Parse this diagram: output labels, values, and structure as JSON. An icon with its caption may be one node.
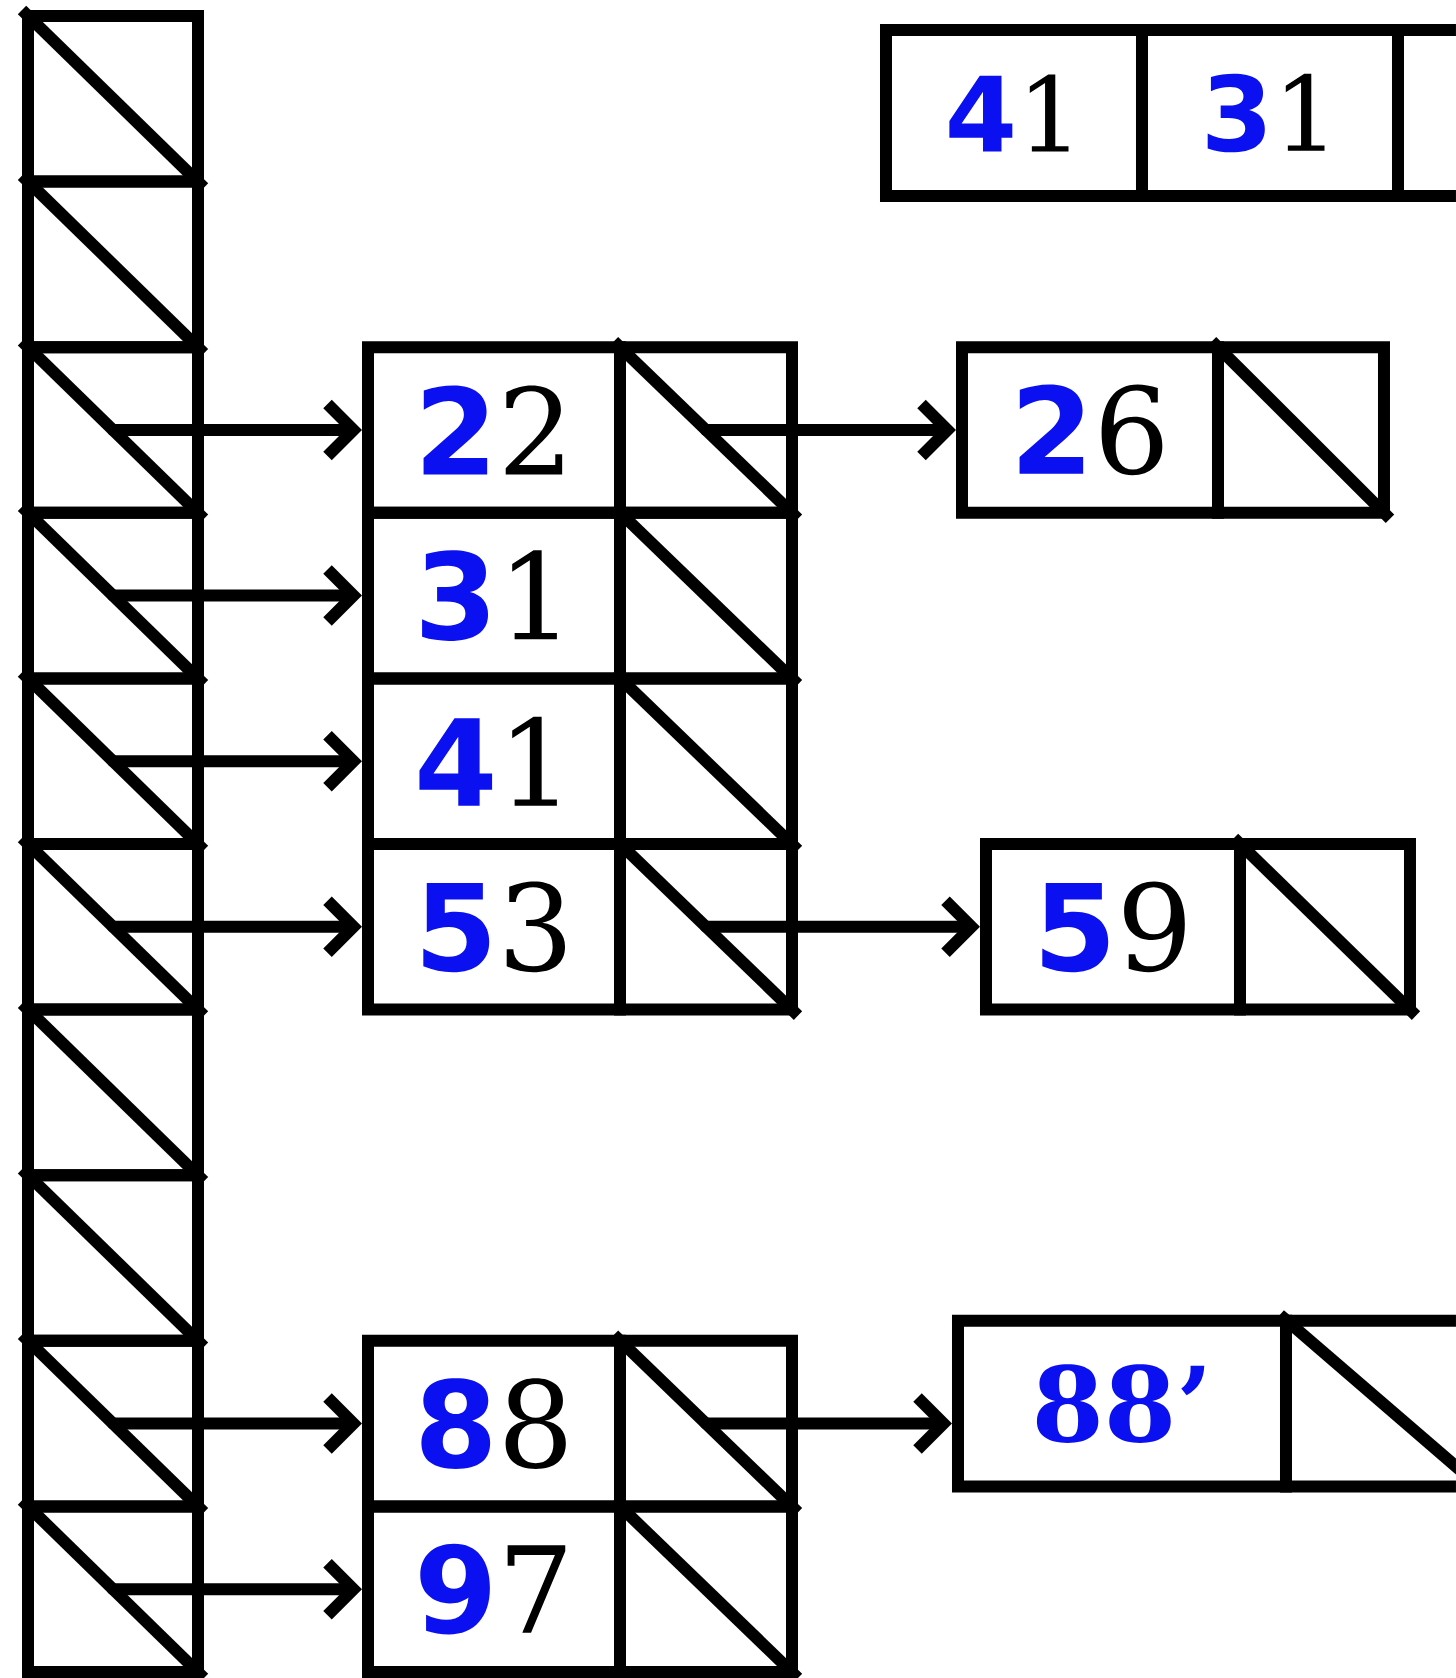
{
  "diagram": {
    "nodes": [
      {
        "text": [],
        "shape": "box"
      },
      {
        "text": [],
        "shape": "box"
      },
      {
        "text": [],
        "shape": "box"
      },
      {
        "text": [],
        "shape": "box"
      },
      {
        "text": [],
        "shape": "box"
      },
      {
        "text": [],
        "shape": "box"
      },
      {
        "text": [],
        "shape": "box"
      },
      {
        "text": [],
        "shape": "box"
      },
      {
        "text": [],
        "shape": "box"
      },
      {
        "text": [],
        "shape": "box"
      },
      {
        "text": [
          "4",
          "1"
        ]
      },
      {
        "text": [
          "3",
          "1"
        ]
      },
      {
        "text": [],
        "shape": "box"
      },
      {
        "text": [
          "2",
          "2"
        ]
      },
      {
        "text": [],
        "shape": "box"
      },
      {
        "text": [
          "2",
          "6"
        ]
      },
      {
        "text": [],
        "shape": "box"
      },
      {
        "text": [
          "3",
          "1"
        ]
      },
      {
        "text": [],
        "shape": "box"
      },
      {
        "text": [
          "4",
          "1"
        ]
      },
      {
        "text": [],
        "shape": "box"
      },
      {
        "text": [
          "5",
          "3"
        ]
      },
      {
        "text": [],
        "shape": "box"
      },
      {
        "text": [
          "5",
          "9"
        ]
      },
      {
        "text": [],
        "shape": "box"
      },
      {
        "text": [
          "8",
          "8"
        ]
      },
      {
        "text": [],
        "shape": "box"
      },
      {
        "text": [
          "88’"
        ]
      },
      {
        "text": [],
        "shape": "box"
      },
      {
        "text": [
          "9",
          "7"
        ]
      },
      {
        "text": [],
        "shape": "box"
      }
    ],
    "edges": [
      {
        "from": 2,
        "to": 13,
        "arrow": "to"
      },
      {
        "from": 14,
        "to": 15,
        "arrow": "to"
      },
      {
        "from": 3,
        "to": 17,
        "arrow": "to"
      },
      {
        "from": 4,
        "to": 19,
        "arrow": "to"
      },
      {
        "from": 5,
        "to": 21,
        "arrow": "to"
      },
      {
        "from": 22,
        "to": 23,
        "arrow": "to"
      },
      {
        "from": 8,
        "to": 25,
        "arrow": "to"
      },
      {
        "from": 26,
        "to": 27,
        "arrow": "to"
      },
      {
        "from": 9,
        "to": 29,
        "arrow": "to"
      }
    ]
  }
}
